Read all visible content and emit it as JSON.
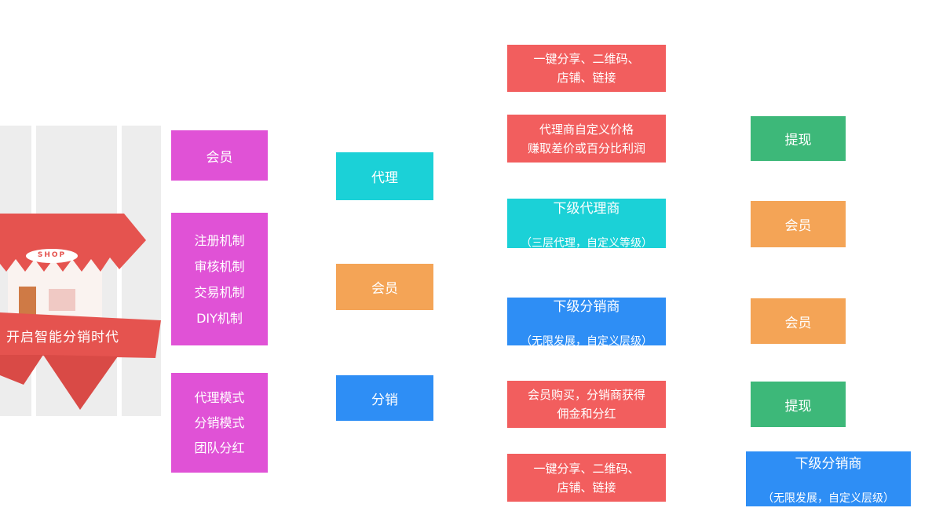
{
  "illustration": {
    "shop_label": "SHOP",
    "tagline": "开启智能分销时代"
  },
  "colors": {
    "magenta": "#e052d6",
    "cyan": "#1bd1d7",
    "orange": "#f4a456",
    "blue": "#2e8ef5",
    "red": "#f25e5e",
    "green": "#3db879",
    "illustration_red": "#e5534f",
    "panel_gray": "#ededed"
  },
  "column1": {
    "member": "会员",
    "mechanisms": "注册机制\n审核机制\n交易机制\nDIY机制",
    "modes": "代理模式\n分销模式\n团队分红"
  },
  "column2": {
    "agent": "代理",
    "member": "会员",
    "distribution": "分销"
  },
  "column3": {
    "share_top": "一键分享、二维码、\n店铺、链接",
    "agent_price": "代理商自定义价格\n赚取差价或百分比利润",
    "sub_agent_title": "下级代理商",
    "sub_agent_sub": "（三层代理，自定义等级）",
    "sub_distributor_title": "下级分销商",
    "sub_distributor_sub": "（无限发展，自定义层级）",
    "member_purchase": "会员购买，分销商获得\n佣金和分红",
    "share_bottom": "一键分享、二维码、\n店铺、链接"
  },
  "column4": {
    "withdraw_top": "提现",
    "member_top": "会员",
    "member_bottom": "会员",
    "withdraw_bottom": "提现",
    "sub_distributor_title": "下级分销商",
    "sub_distributor_sub": "（无限发展，自定义层级）"
  }
}
